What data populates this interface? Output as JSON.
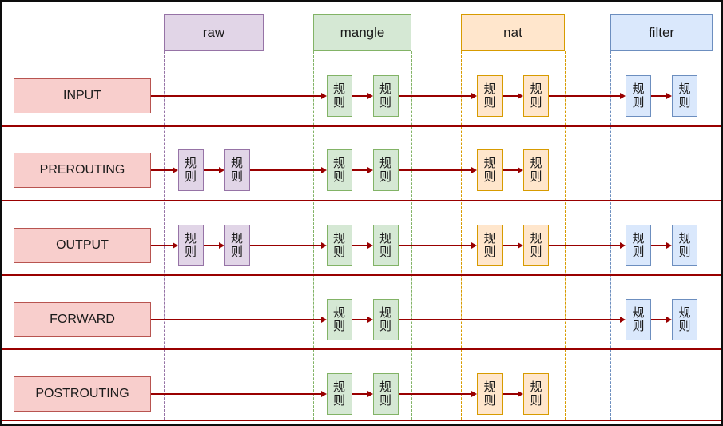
{
  "rule_box_label": "规则",
  "arrow_color": "#990000",
  "separator_color": "#990000",
  "chain_style": {
    "fill": "#F8CECC",
    "border": "#B85450"
  },
  "tables": [
    {
      "id": "raw",
      "label": "raw",
      "fill": "#E1D5E7",
      "border": "#9673A6"
    },
    {
      "id": "mangle",
      "label": "mangle",
      "fill": "#D5E8D4",
      "border": "#82B366"
    },
    {
      "id": "nat",
      "label": "nat",
      "fill": "#FFE6CC",
      "border": "#D79B00"
    },
    {
      "id": "filter",
      "label": "filter",
      "fill": "#DAE8FC",
      "border": "#6C8EBF"
    }
  ],
  "chains": [
    {
      "label": "INPUT",
      "rules": {
        "mangle": 2,
        "nat": 2,
        "filter": 2
      }
    },
    {
      "label": "PREROUTING",
      "rules": {
        "raw": 2,
        "mangle": 2,
        "nat": 2
      }
    },
    {
      "label": "OUTPUT",
      "rules": {
        "raw": 2,
        "mangle": 2,
        "nat": 2,
        "filter": 2
      }
    },
    {
      "label": "FORWARD",
      "rules": {
        "mangle": 2,
        "filter": 2
      }
    },
    {
      "label": "POSTROUTING",
      "rules": {
        "mangle": 2,
        "nat": 2
      }
    }
  ]
}
